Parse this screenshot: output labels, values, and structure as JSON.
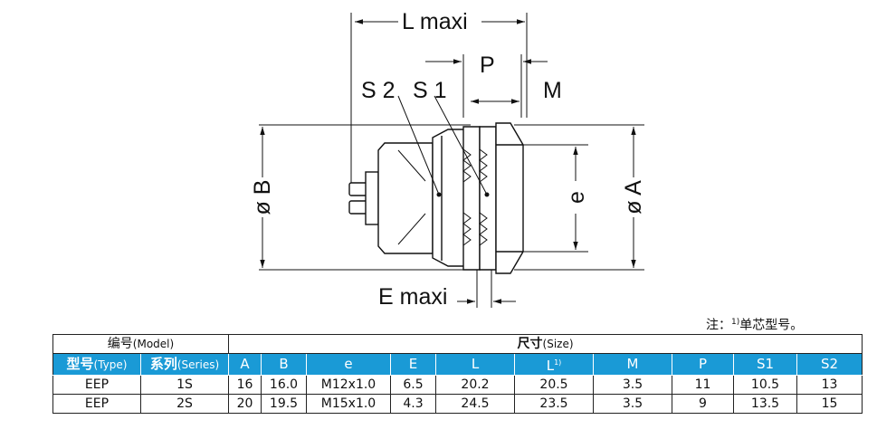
{
  "drawing": {
    "labels": {
      "l_maxi": "L maxi",
      "p": "P",
      "m": "M",
      "s2": "S 2",
      "s1": "S 1",
      "dia_b": "ø B",
      "e": "e",
      "dia_a": "ø A",
      "e_maxi": "E maxi"
    }
  },
  "note": {
    "prefix": "注：",
    "sup": "1)",
    "text": "单芯型号。"
  },
  "table": {
    "header1": {
      "model_cn": "编号",
      "model_en": "(Model)",
      "size_cn": "尺寸",
      "size_en": "(Size)"
    },
    "header2": {
      "type_cn": "型号",
      "type_en": "(Type)",
      "series_cn": "系列",
      "series_en": "(Series)",
      "cols": [
        "A",
        "B",
        "e",
        "E",
        "L",
        "L",
        "M",
        "P",
        "S1",
        "S2"
      ],
      "l_sup": "1)"
    },
    "rows": [
      [
        "EEP",
        "1S",
        "16",
        "16.0",
        "M12x1.0",
        "6.5",
        "20.2",
        "20.5",
        "3.5",
        "11",
        "10.5",
        "13"
      ],
      [
        "EEP",
        "2S",
        "20",
        "19.5",
        "M15x1.0",
        "4.3",
        "24.5",
        "23.5",
        "3.5",
        "9",
        "13.5",
        "15"
      ]
    ]
  }
}
